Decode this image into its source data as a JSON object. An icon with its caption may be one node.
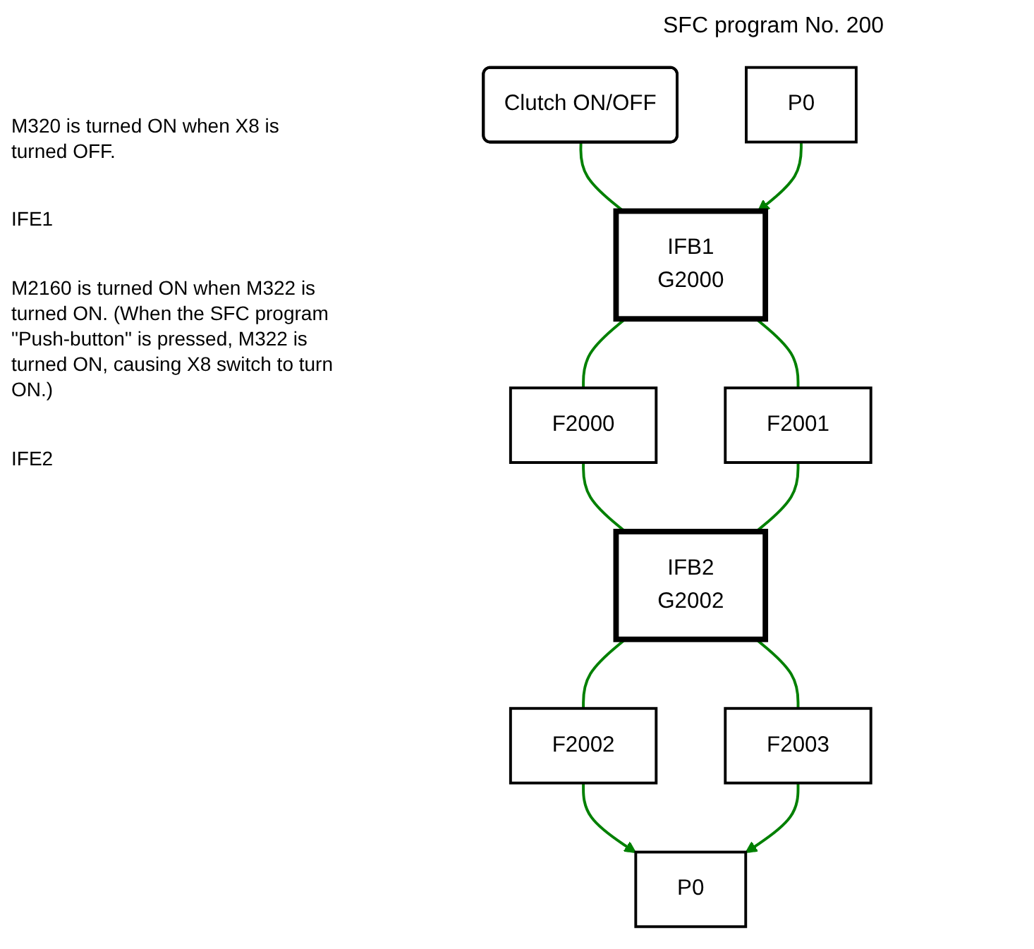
{
  "diagram": {
    "title": "SFC program No. 200",
    "nodes": [
      {
        "text": [
          "Clutch ON/OFF"
        ]
      },
      {
        "text": [
          "P0"
        ]
      },
      {
        "text": [
          "IFB1",
          "G2000"
        ]
      },
      {
        "text": [
          "F2000"
        ]
      },
      {
        "text": [
          "F2001"
        ]
      },
      {
        "text": [
          "IFB2",
          "G2002"
        ]
      },
      {
        "text": [
          "F2002"
        ]
      },
      {
        "text": [
          "F2003"
        ]
      },
      {
        "text": [
          "P0"
        ]
      }
    ],
    "edges": [
      {
        "from": 0,
        "to": 2,
        "arrow": "none"
      },
      {
        "from": 1,
        "to": 2,
        "arrow": "to"
      },
      {
        "from": 2,
        "to": 3,
        "arrow": "none"
      },
      {
        "from": 2,
        "to": 4,
        "arrow": "none"
      },
      {
        "from": 3,
        "to": 5,
        "arrow": "none"
      },
      {
        "from": 4,
        "to": 5,
        "arrow": "none"
      },
      {
        "from": 5,
        "to": 6,
        "arrow": "none"
      },
      {
        "from": 5,
        "to": 7,
        "arrow": "none"
      },
      {
        "from": 6,
        "to": 8,
        "arrow": "to"
      },
      {
        "from": 7,
        "to": 8,
        "arrow": "to"
      }
    ],
    "labels": [
      "M320 is turned ON when X8 is turned OFF.",
      "IFE1",
      "M2160 is turned ON when M322 is turned ON. (When the SFC program \"Push-button\" is pressed, M322 is turned ON, causing X8 switch to turn ON.)",
      "IFE2"
    ]
  }
}
